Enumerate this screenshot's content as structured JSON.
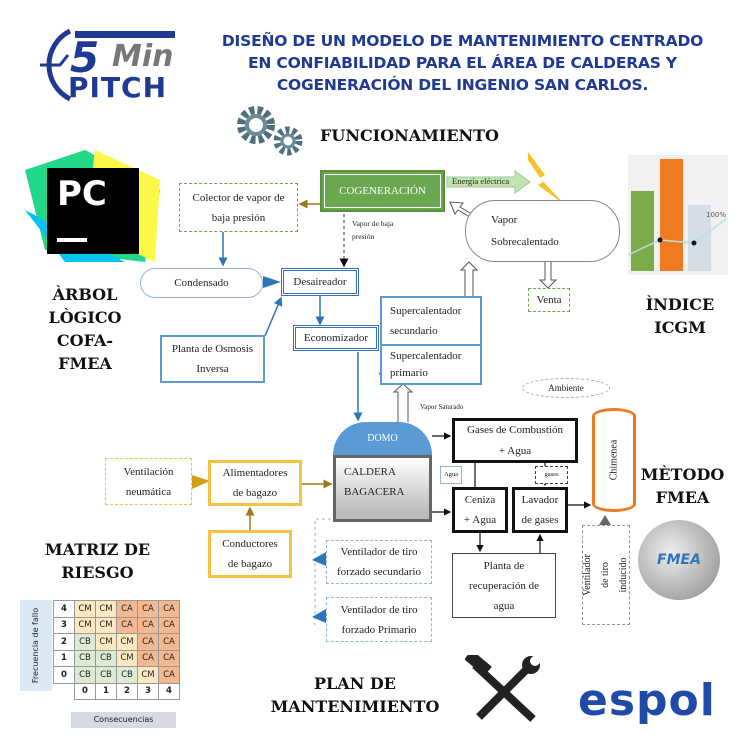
{
  "logo": {
    "number": "5",
    "min": "Min",
    "pitch": "PITCH"
  },
  "title": [
    "DISEÑO DE UN MODELO DE MANTENIMIENTO CENTRADO",
    "EN CONFIABILIDAD PARA EL ÁREA DE CALDERAS Y",
    "COGENERACIÓN DEL INGENIO SAN CARLOS."
  ],
  "sections": {
    "funcionamiento": "FUNCIONAMIENTO",
    "arbol": [
      "ÀRBOL",
      "LÒGICO",
      "COFA-",
      "FMEA"
    ],
    "indice": [
      "ÌNDICE",
      "ICGM"
    ],
    "metodo": [
      "MÈTODO",
      "FMEA"
    ],
    "matriz": [
      "MATRIZ DE",
      "RIESGO"
    ],
    "plan": [
      "PLAN DE",
      "MANTENIMIENTO"
    ]
  },
  "pc_logo": "PC",
  "diagram": {
    "colector": "Colector de vapor de baja presión",
    "cogeneracion": "COGENERACIÓN",
    "energia": "Energía eléctrica",
    "vapor_baja": "Vapor de baja presión",
    "vapor_sobre": "Vapor Sobrecalentado",
    "venta": "Venta",
    "condensado": "Condensado",
    "desaireador": "Desaireador",
    "economizador": "Economizador",
    "osmosis": "Planta de Osmosis Inversa",
    "super_sec": "Supercalentador secundario",
    "super_pri": "Supercalentador primario",
    "ambiente": "Ambiente",
    "vapor_saturado": "Vapor Saturado",
    "domo": "DOMO",
    "caldera": "CALDERA BAGACERA",
    "gases_comb": "Gases de Combustión + Agua",
    "agua": "Agua",
    "gases": "gases",
    "ceniza": "Ceniza + Agua",
    "lavador": "Lavador de gases",
    "planta_rec": "Planta de recuperación de agua",
    "chimenea": "Chimenea",
    "vent_inducido": "Ventilador de tiro inducido",
    "ventilacion": "Ventilación neumática",
    "alimentadores": "Alimentadores de bagazo",
    "conductores": "Conductores de bagazo",
    "vent_sec": "Ventilador de tiro forzado secundario",
    "vent_pri": "Ventilador de tiro forzado Primario"
  },
  "icgm_chart": {
    "label": "100%",
    "colors": [
      "#7aab48",
      "#ef7a22",
      "#d5dde6"
    ]
  },
  "fmea_globe": "FMEA",
  "matrix": {
    "ylabel": "Frecuencia de fallo",
    "xlabel": "Consecuencias",
    "cols": [
      "0",
      "1",
      "2",
      "3",
      "4"
    ],
    "rows": [
      {
        "f": "4",
        "c": [
          "CM",
          "CM",
          "CA",
          "CA",
          "CA"
        ]
      },
      {
        "f": "3",
        "c": [
          "CM",
          "CM",
          "CA",
          "CA",
          "CA"
        ]
      },
      {
        "f": "2",
        "c": [
          "CB",
          "CM",
          "CM",
          "CA",
          "CA"
        ]
      },
      {
        "f": "1",
        "c": [
          "CB",
          "CB",
          "CM",
          "CA",
          "CA"
        ]
      },
      {
        "f": "0",
        "c": [
          "CB",
          "CB",
          "CB",
          "CM",
          "CA"
        ]
      }
    ]
  },
  "espol": "espol"
}
